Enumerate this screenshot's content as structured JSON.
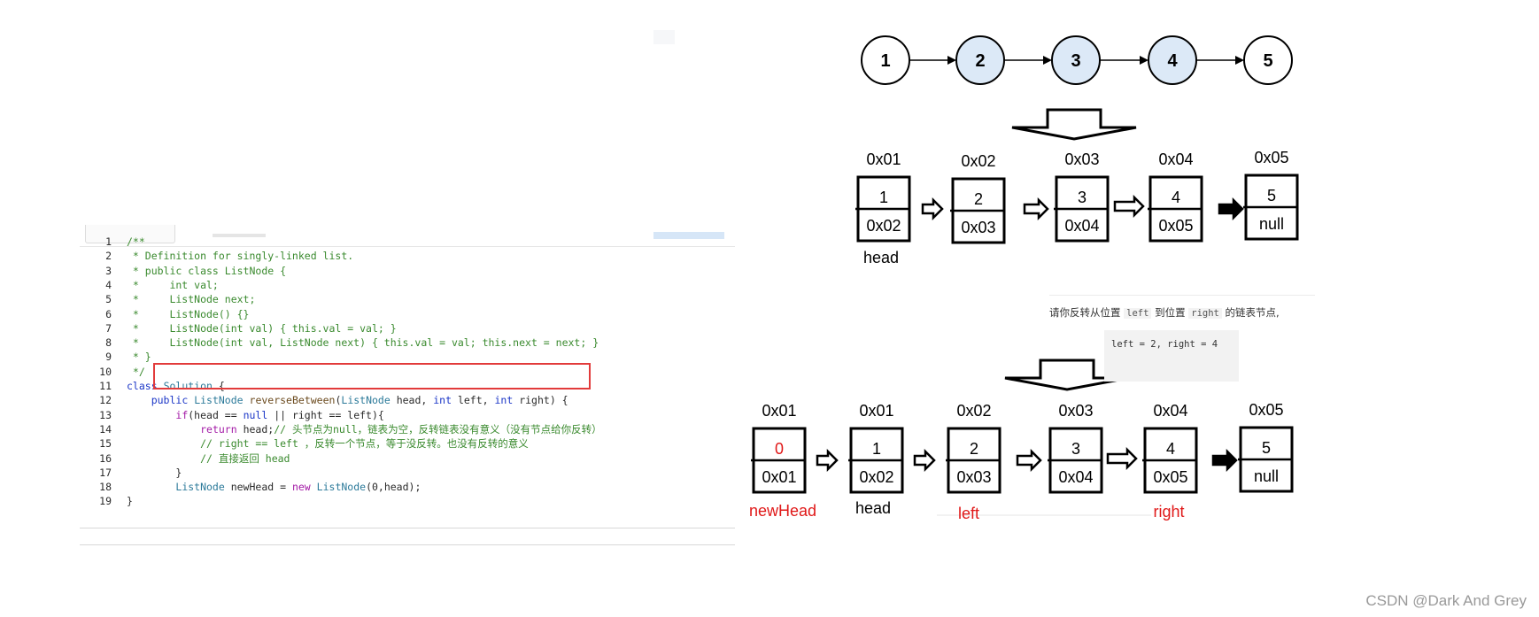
{
  "code": {
    "lines": [
      {
        "n": "1",
        "html": "<span class=\"c-cm\">/**</span>"
      },
      {
        "n": "2",
        "html": "<span class=\"c-cm\"> * Definition for singly-linked list.</span>"
      },
      {
        "n": "3",
        "html": "<span class=\"c-cm\"> * public class ListNode {</span>"
      },
      {
        "n": "4",
        "html": "<span class=\"c-cm\"> *     int val;</span>"
      },
      {
        "n": "5",
        "html": "<span class=\"c-cm\"> *     ListNode next;</span>"
      },
      {
        "n": "6",
        "html": "<span class=\"c-cm\"> *     ListNode() {}</span>"
      },
      {
        "n": "7",
        "html": "<span class=\"c-cm\"> *     ListNode(int val) { this.val = val; }</span>"
      },
      {
        "n": "8",
        "html": "<span class=\"c-cm\"> *     ListNode(int val, ListNode next) { this.val = val; this.next = next; }</span>"
      },
      {
        "n": "9",
        "html": "<span class=\"c-cm\"> * }</span>"
      },
      {
        "n": "10",
        "html": "<span class=\"c-cm\"> */</span>"
      },
      {
        "n": "11",
        "html": "<span class=\"c-kw\">class</span> <span class=\"c-tp\">Solution</span> {"
      },
      {
        "n": "12",
        "html": "    <span class=\"c-kw\">public</span> <span class=\"c-tp\">ListNode</span> <span class=\"c-fn\">reverseBetween</span>(<span class=\"c-tp\">ListNode</span> head, <span class=\"c-kw\">int</span> left, <span class=\"c-kw\">int</span> right) {"
      },
      {
        "n": "13",
        "html": "        <span class=\"c-kw2\">if</span>(head == <span class=\"c-kw\">null</span> || right == left){"
      },
      {
        "n": "14",
        "html": "            <span class=\"c-kw2\">return</span> head;<span class=\"c-cm\">// 头节点为null，链表为空，反转链表没有意义（没有节点给你反转）</span>"
      },
      {
        "n": "15",
        "html": "            <span class=\"c-cm\">// right == left ，反转一个节点，等于没反转。也没有反转的意义</span>"
      },
      {
        "n": "16",
        "html": "            <span class=\"c-cm\">// 直接返回 head</span>"
      },
      {
        "n": "17",
        "html": "        }"
      },
      {
        "n": "18",
        "html": "        <span class=\"c-tp\">ListNode</span> newHead = <span class=\"c-kw2\">new</span> <span class=\"c-tp\">ListNode</span>(0,head);"
      },
      {
        "n": "19",
        "html": "}"
      }
    ]
  },
  "diagram": {
    "circle_nodes": [
      {
        "label": "1",
        "highlighted": false
      },
      {
        "label": "2",
        "highlighted": true
      },
      {
        "label": "3",
        "highlighted": true
      },
      {
        "label": "4",
        "highlighted": true
      },
      {
        "label": "5",
        "highlighted": false
      }
    ],
    "row1": {
      "addresses": [
        "0x01",
        "0x02",
        "0x03",
        "0x04",
        "0x05"
      ],
      "values": [
        "1",
        "2",
        "3",
        "4",
        "5"
      ],
      "nexts": [
        "0x02",
        "0x03",
        "0x04",
        "0x05",
        "null"
      ],
      "head_label": "head"
    },
    "row2": {
      "addresses": [
        "0x01",
        "0x01",
        "0x02",
        "0x03",
        "0x04",
        "0x05"
      ],
      "values": [
        "0",
        "1",
        "2",
        "3",
        "4",
        "5"
      ],
      "nexts": [
        "0x01",
        "0x02",
        "0x03",
        "0x04",
        "0x05",
        "null"
      ],
      "labels": {
        "newHead": "newHead",
        "head": "head",
        "left": "left",
        "right": "right"
      }
    },
    "colors": {
      "highlight": "#dce9f7",
      "red": "#e01818",
      "stroke": "#000000"
    }
  },
  "prompt": {
    "pre": "请你反转从位置",
    "left_code": "left",
    "mid": "到位置",
    "right_code": "right",
    "post": "的链表节点,",
    "example": "left = 2, right = 4"
  },
  "watermark": "CSDN @Dark And Grey"
}
